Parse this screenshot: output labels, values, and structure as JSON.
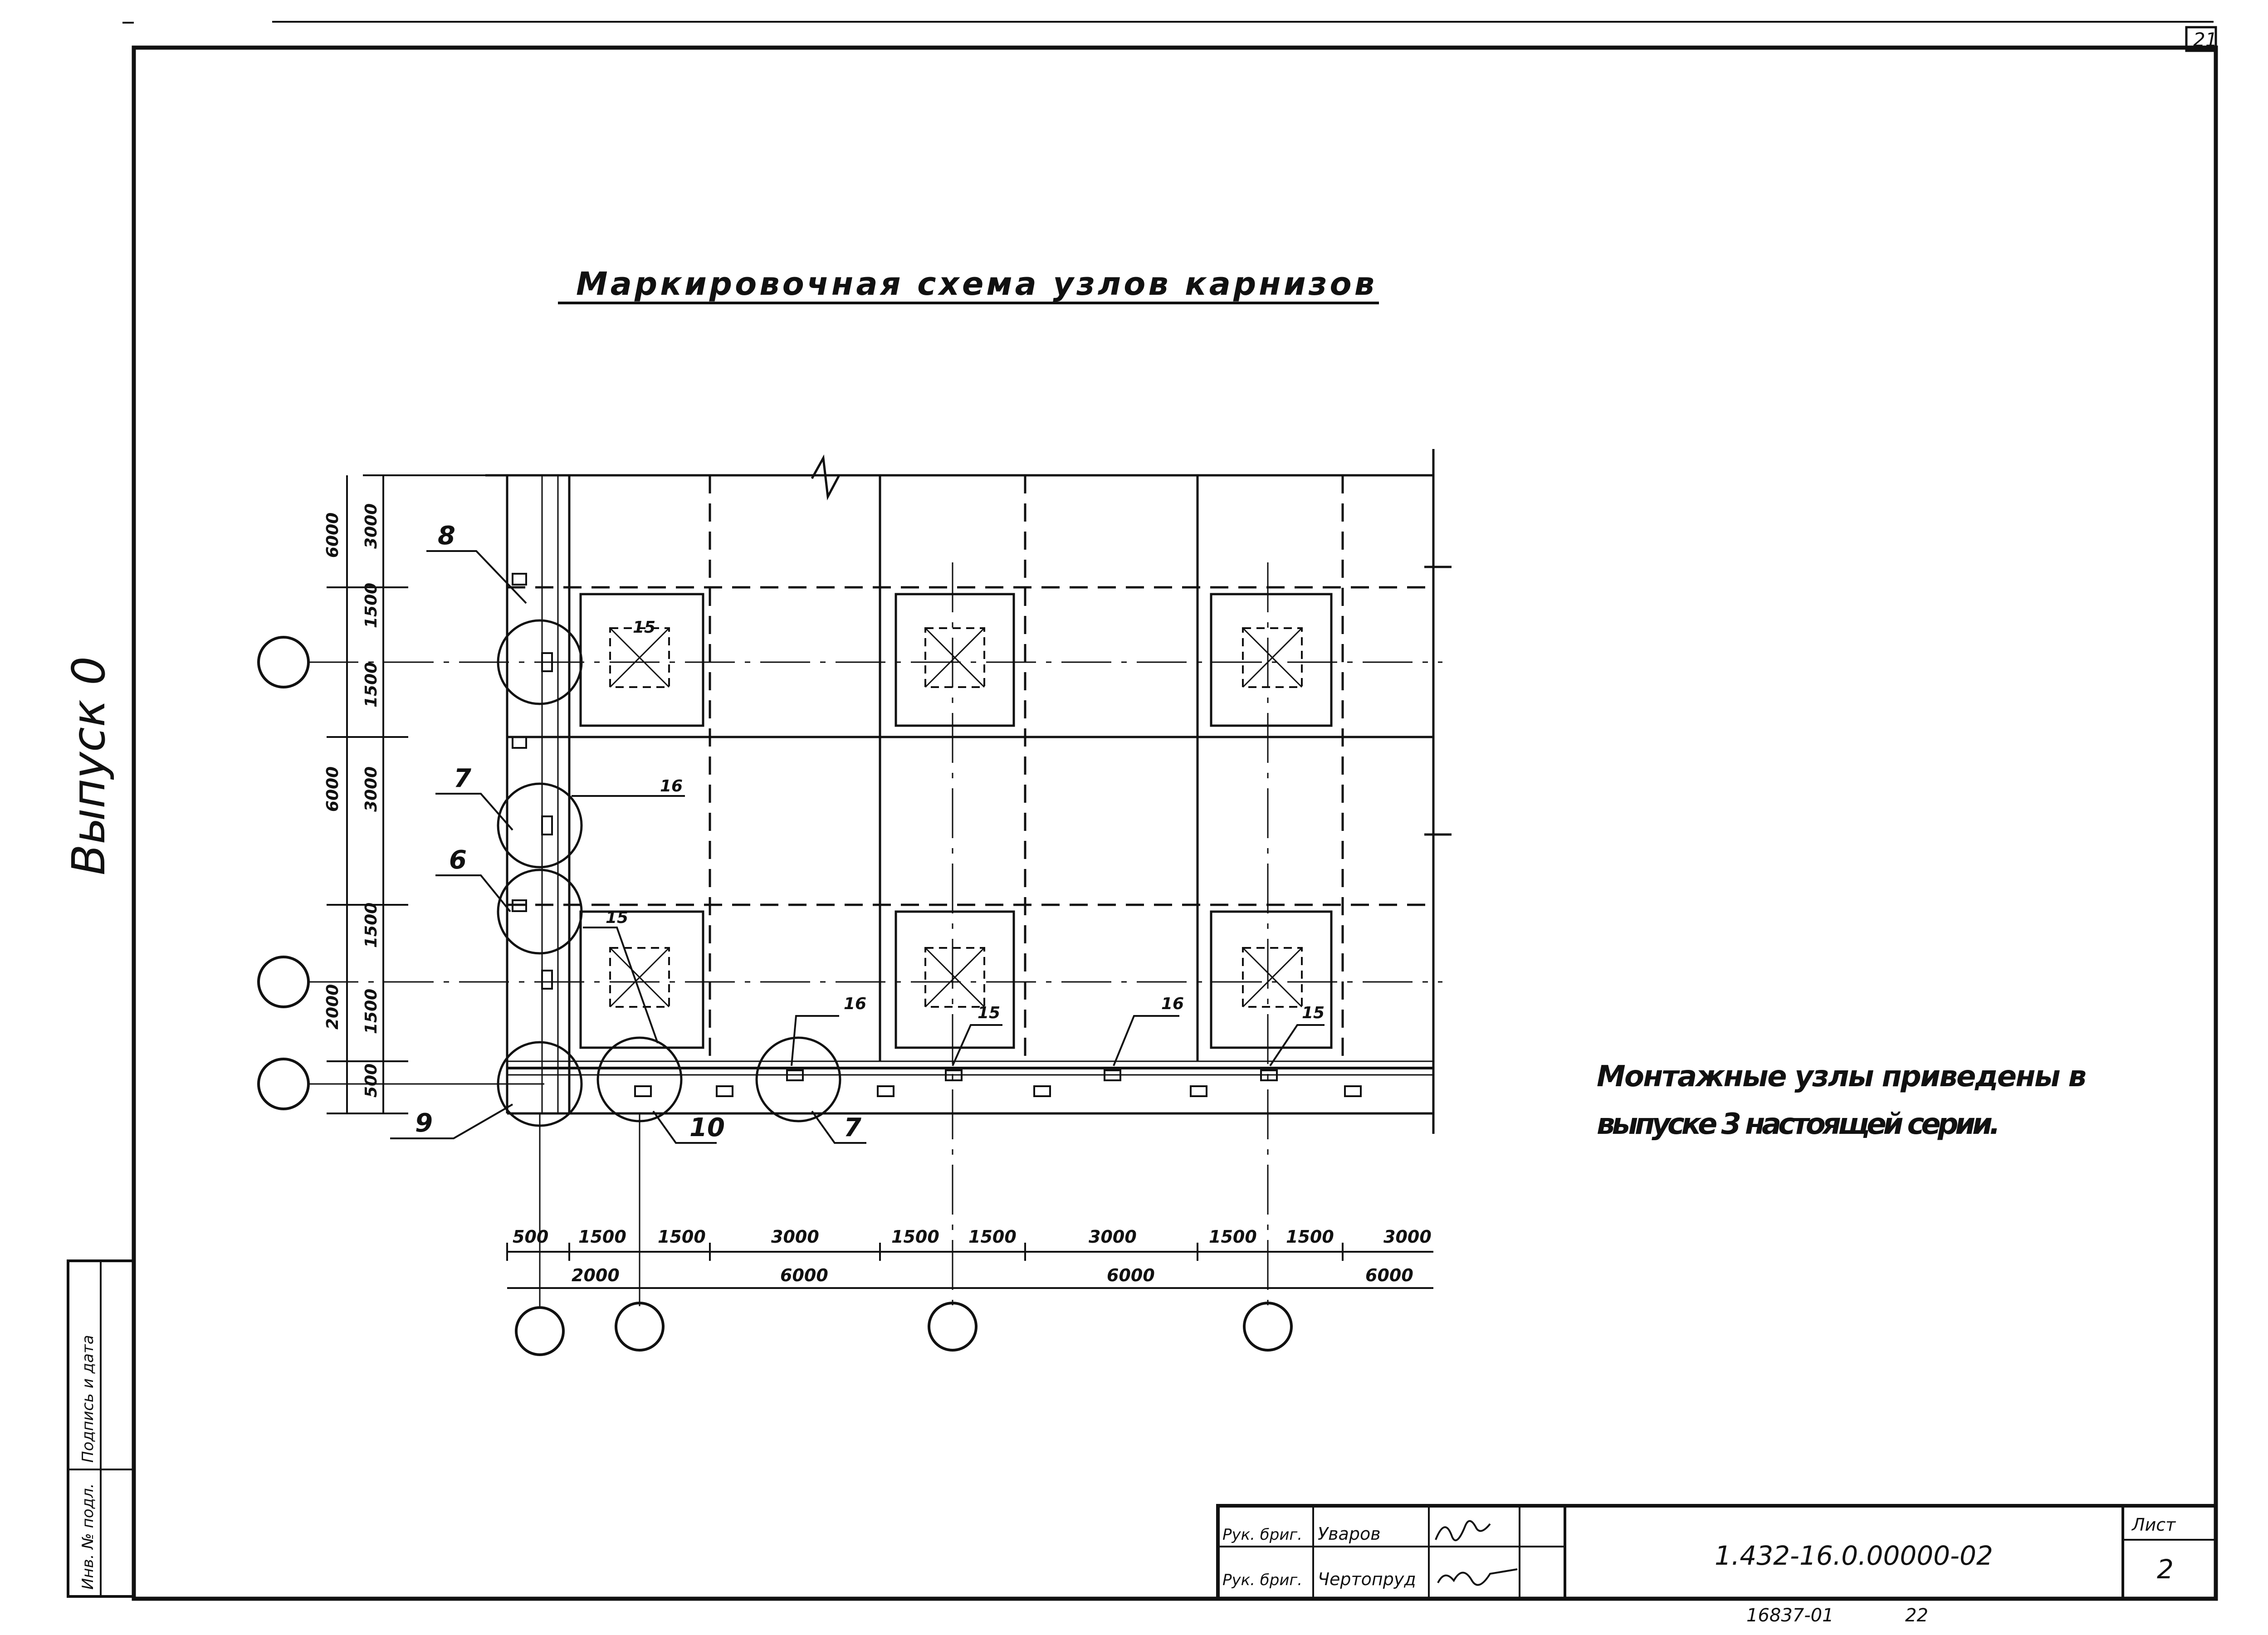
{
  "sheet_corner_number": "21",
  "title": "Маркировочная схема узлов карнизов",
  "issue_label": "Выпуск 0",
  "note": {
    "line1": "Монтажные узлы приведены в",
    "line2": "выпуске 3 настоящей серии."
  },
  "left_dims": {
    "outer": [
      "6000",
      "6000",
      "2000"
    ],
    "inner": [
      "3000",
      "1500",
      "1500",
      "3000",
      "1500",
      "1500",
      "500"
    ]
  },
  "bottom_dims": {
    "top_row": [
      "500",
      "1500",
      "1500",
      "3000",
      "1500",
      "1500",
      "3000",
      "1500",
      "1500",
      "3000"
    ],
    "bottom_row": [
      "2000",
      "6000",
      "6000",
      "6000"
    ]
  },
  "node_labels": [
    "8",
    "7",
    "6",
    "9",
    "10",
    "7"
  ],
  "detail_labels": [
    "15",
    "16",
    "15",
    "16",
    "15",
    "16",
    "15"
  ],
  "side_stamp": [
    "Инв. № подл.",
    "Подпись и дата"
  ],
  "title_block": {
    "row1_role": "Рук. бриг.",
    "row1_name": "Уваров",
    "row2_role": "Рук. бриг.",
    "row2_name": "Чертопруд",
    "document_code": "1.432-16.0.00000-02",
    "sheet_label": "Лист",
    "sheet_number": "2",
    "archive_number": "16837-01",
    "archive_sheet": "22"
  },
  "colors": {
    "ink": "#111111",
    "paper": "#ffffff"
  }
}
